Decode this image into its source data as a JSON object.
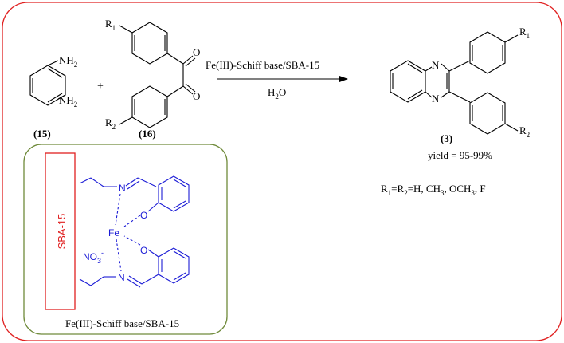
{
  "colors": {
    "outer_border": "#e02020",
    "catalyst_border": "#6f8a3a",
    "support": "#e02020",
    "complex": "#1c1cd6",
    "ink": "#000000"
  },
  "reactant_15": {
    "nh2_top": "NH",
    "nh2_top_sub": "2",
    "nh2_bottom": "NH",
    "nh2_bottom_sub": "2",
    "label": "(15)"
  },
  "plus": "+",
  "reactant_16": {
    "r1": "R",
    "r1_sub": "1",
    "r2": "R",
    "r2_sub": "2",
    "o_top": "O",
    "o_bottom": "O",
    "label": "(16)"
  },
  "arrow": {
    "above": "Fe(III)-Schiff base/SBA-15",
    "below_main": "H",
    "below_sub": "2",
    "below_tail": "O"
  },
  "product_3": {
    "n_top": "N",
    "n_bottom": "N",
    "r1": "R",
    "r1_sub": "1",
    "r2": "R",
    "r2_sub": "2",
    "label": "(3)",
    "yield": "yield = 95-99%"
  },
  "substituents": {
    "p1": "R",
    "s1": "1",
    "p2": "=R",
    "s2": "2",
    "p3": "=H, CH",
    "s3": "3",
    "p4": ", OCH",
    "s4": "3",
    "p5": ", F"
  },
  "catalyst": {
    "support_label": "SBA-15",
    "n_top": "N",
    "o_top": "O",
    "fe": "Fe",
    "o_bottom": "O",
    "n_bottom": "N",
    "counterion": "NO",
    "counterion_sub": "3",
    "counterion_sup": "-",
    "caption": "Fe(III)-Schiff base/SBA-15"
  }
}
